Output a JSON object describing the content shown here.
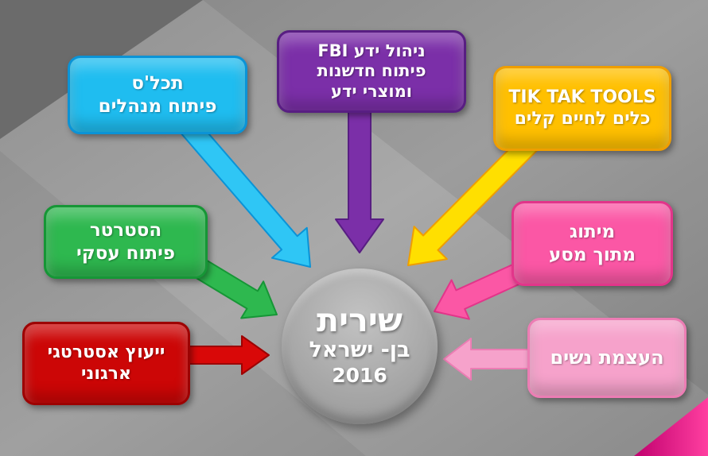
{
  "slide": {
    "background_base": "#9b9b9b",
    "background_dark_corner": "#6b6b6b",
    "corner_triangle_color_dark": "#c0006e",
    "corner_triangle_color_bright": "#ff3fa0"
  },
  "center": {
    "name_line1": "שירית",
    "name_line2": "בן- ישראל",
    "year": "2016",
    "fill": "#a8a8a8",
    "text_color": "#ffffff"
  },
  "boxes": [
    {
      "name": "tachles-managers-development",
      "line1": "תכל'ס",
      "line2": "פיתוח מנהלים",
      "color": "#1fbdf0",
      "border": "#0b93d6",
      "arrow": "#2fc6f5"
    },
    {
      "name": "fbi-knowledge-management",
      "line1": "ניהול ידע FBI",
      "line2": "פיתוח חדשנות",
      "line3": "ומוצרי ידע",
      "color": "#7b2fa8",
      "border": "#581e82",
      "arrow": "#7b2fa8"
    },
    {
      "name": "tik-tak-tools",
      "line1": "TIK TAK TOOLS",
      "line2": "כלים לחיים קלים",
      "color": "#ffc000",
      "border": "#ef9e00",
      "arrow": "#ffdf00"
    },
    {
      "name": "starter-business-development",
      "line1": "הסטרטר",
      "line2": "פיתוח עסקי",
      "color": "#2eb84f",
      "border": "#169636",
      "arrow": "#2eb84f"
    },
    {
      "name": "branding-from-journey",
      "line1": "מיתוג",
      "line2": "מתוך מסע",
      "color": "#fb57a5",
      "border": "#e2358a",
      "arrow": "#fb57a5"
    },
    {
      "name": "strategic-organizational-consulting",
      "line1": "ייעוץ אסטרטגי",
      "line2": "ארגוני",
      "color": "#cc0606",
      "border": "#9d0202",
      "arrow": "#d90808"
    },
    {
      "name": "women-empowerment",
      "line1": "העצמת נשים",
      "color": "#f6a2cb",
      "border": "#ec7db4",
      "arrow": "#f6a2cb"
    }
  ]
}
